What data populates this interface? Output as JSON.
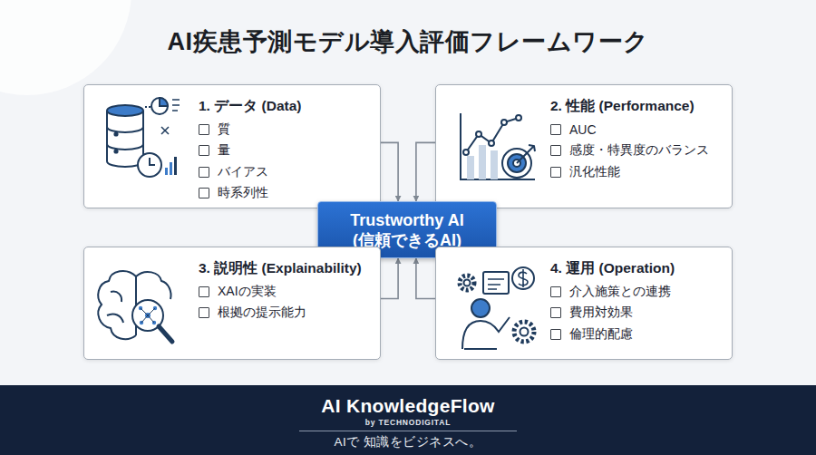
{
  "diagram": {
    "title": "AI疾患予測モデル導入評価フレームワーク",
    "nodes": [
      {
        "text": [
          "1. データ (Data)",
          "質",
          "量",
          "バイアス",
          "時系列性"
        ]
      },
      {
        "text": [
          "2. 性能 (Performance)",
          "AUC",
          "感度・特異度のバランス",
          "汎化性能"
        ]
      },
      {
        "text": [
          "Trustworthy AI",
          "(信頼できるAI)"
        ]
      },
      {
        "text": [
          "3. 説明性 (Explainability)",
          "XAIの実装",
          "根拠の提示能力"
        ]
      },
      {
        "text": [
          "4. 運用 (Operation)",
          "介入施策との連携",
          "費用対効果",
          "倫理的配慮"
        ]
      },
      {
        "text": [
          "AI KnowledgeFlow",
          "by TECHNODIGITAL",
          "AIで 知識をビジネスへ。"
        ]
      }
    ],
    "edges": [
      {
        "from": 0,
        "to": 2,
        "arrow": "to"
      },
      {
        "from": 1,
        "to": 2,
        "arrow": "to"
      },
      {
        "from": 3,
        "to": 2,
        "arrow": "to"
      },
      {
        "from": 4,
        "to": 2,
        "arrow": "to"
      }
    ]
  }
}
